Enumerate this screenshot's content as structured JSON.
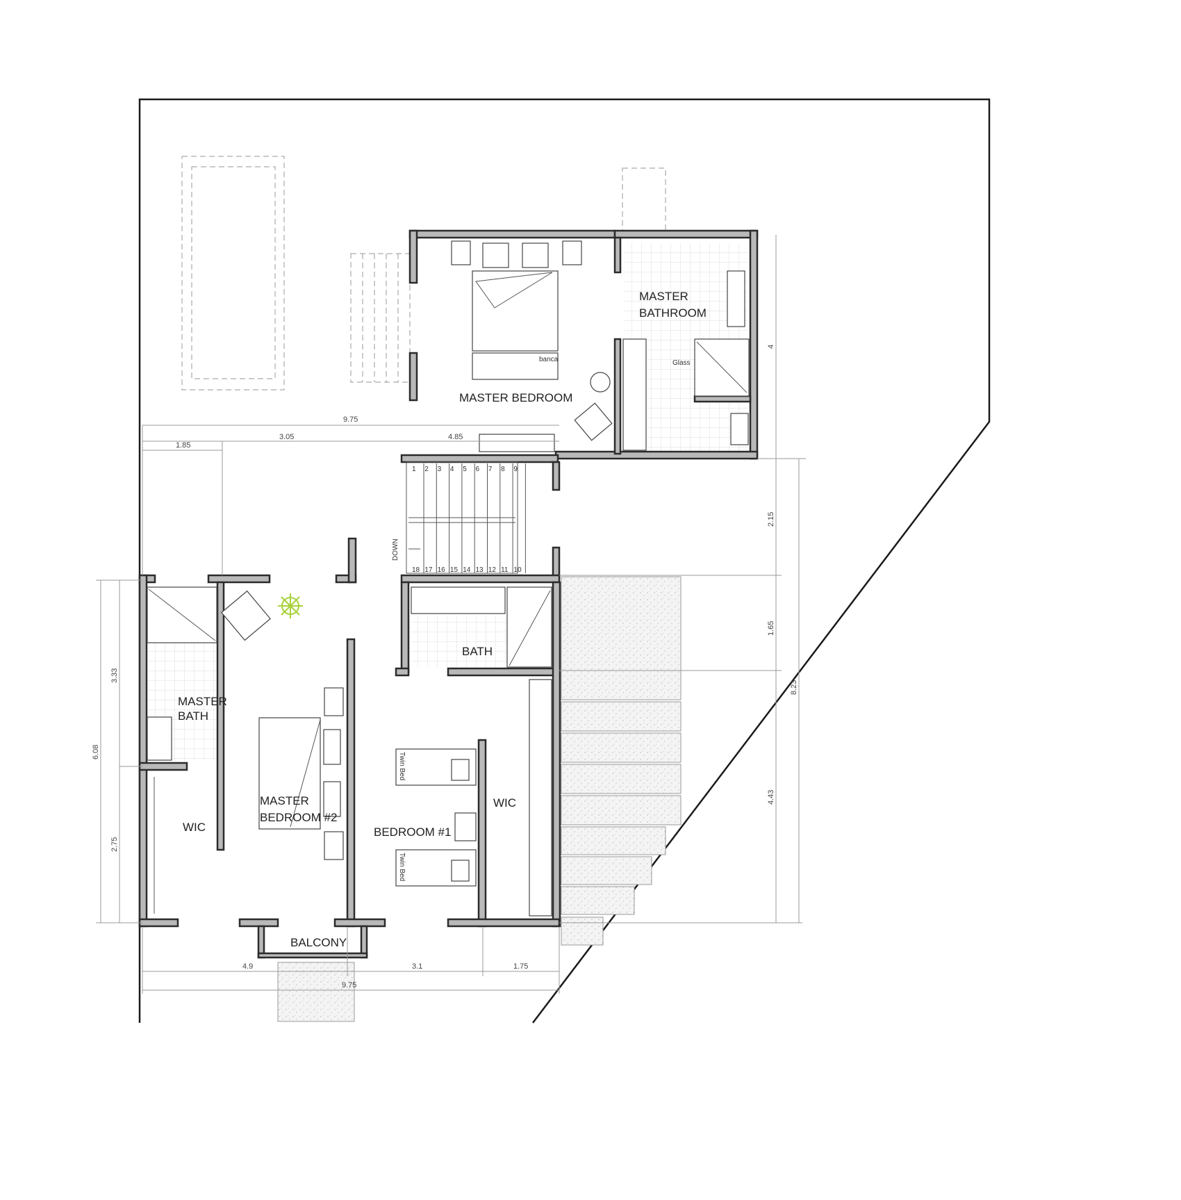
{
  "rooms": {
    "master_bedroom": "MASTER BEDROOM",
    "master_bathroom_1": "MASTER",
    "master_bathroom_2": "BATHROOM",
    "bath": "BATH",
    "master_bath_1": "MASTER",
    "master_bath_2": "BATH",
    "wic_left": "WIC",
    "master_bedroom2_1": "MASTER",
    "master_bedroom2_2": "BEDROOM #2",
    "bedroom1": "BEDROOM #1",
    "wic_right": "WIC",
    "balcony": "BALCONY"
  },
  "furniture": {
    "banca": "banca",
    "glass": "Glass",
    "twin_bed_1": "Twin Bed",
    "twin_bed_2": "Twin Bed",
    "down": "DOWN"
  },
  "stairs": {
    "upper": [
      "1",
      "2",
      "3",
      "4",
      "5",
      "6",
      "7",
      "8",
      "9"
    ],
    "lower": [
      "18",
      "17",
      "16",
      "15",
      "14",
      "13",
      "12",
      "11",
      "10"
    ]
  },
  "dimensions": {
    "top_total": "9.75",
    "top_a": "1.85",
    "top_b": "3.05",
    "top_c": "4.85",
    "right_master": "4",
    "right_a": "2.15",
    "right_b": "1.65",
    "right_c": "4.43",
    "right_total": "8.23",
    "left_a": "3.33",
    "left_b": "2.75",
    "left_total": "6.08",
    "bottom_a": "4.9",
    "bottom_b": "3.1",
    "bottom_c": "1.75",
    "bottom_total": "9.75"
  },
  "colors": {
    "wall": "#b9b9b9",
    "outline": "#2b2b2b",
    "light_fixture": "#a8d23a"
  }
}
